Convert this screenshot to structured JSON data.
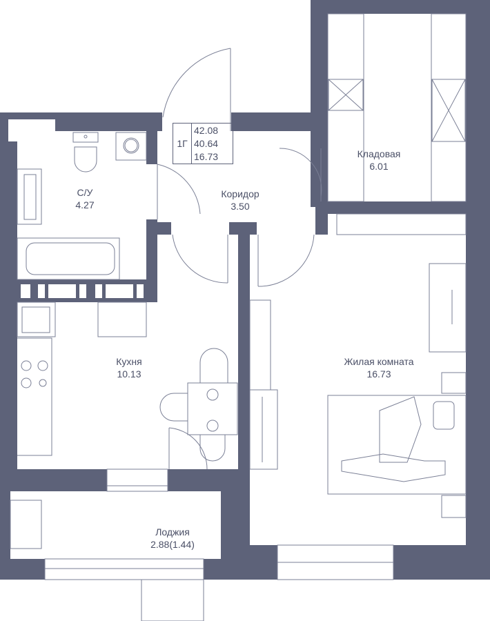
{
  "apartment": {
    "type": "1Г",
    "total_area": "42.08",
    "living_area_total": "40.64",
    "living_area": "16.73"
  },
  "rooms": [
    {
      "name": "С/У",
      "area": "4.27"
    },
    {
      "name": "Коридор",
      "area": "3.50"
    },
    {
      "name": "Кладовая",
      "area": "6.01"
    },
    {
      "name": "Кухня",
      "area": "10.13"
    },
    {
      "name": "Жилая комната",
      "area": "16.73"
    },
    {
      "name": "Лоджия",
      "area": "2.88(1.44)"
    }
  ],
  "colors": {
    "wall": "#5d6279",
    "line": "#7a7f95"
  }
}
